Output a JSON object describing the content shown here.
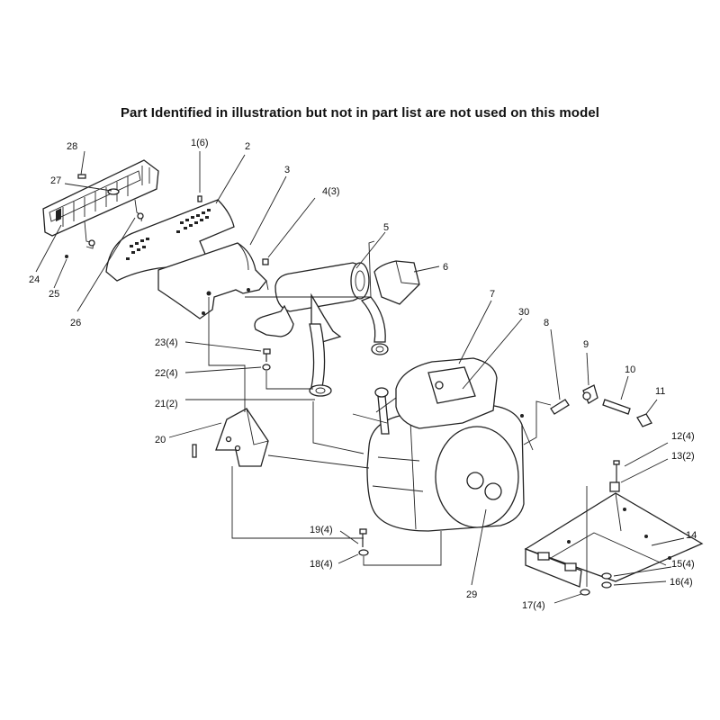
{
  "header": {
    "note": "Part Identified in illustration but not in part list are not used on this model"
  },
  "callouts": [
    {
      "id": "1",
      "label": "1(6)"
    },
    {
      "id": "2",
      "label": "2"
    },
    {
      "id": "3",
      "label": "3"
    },
    {
      "id": "4",
      "label": "4(3)"
    },
    {
      "id": "5",
      "label": "5"
    },
    {
      "id": "6",
      "label": "6"
    },
    {
      "id": "7",
      "label": "7"
    },
    {
      "id": "8",
      "label": "8"
    },
    {
      "id": "9",
      "label": "9"
    },
    {
      "id": "10",
      "label": "10"
    },
    {
      "id": "11",
      "label": "11"
    },
    {
      "id": "12",
      "label": "12(4)"
    },
    {
      "id": "13",
      "label": "13(2)"
    },
    {
      "id": "14",
      "label": "14"
    },
    {
      "id": "15",
      "label": "15(4)"
    },
    {
      "id": "16",
      "label": "16(4)"
    },
    {
      "id": "17",
      "label": "17(4)"
    },
    {
      "id": "18",
      "label": "18(4)"
    },
    {
      "id": "19",
      "label": "19(4)"
    },
    {
      "id": "20",
      "label": "20"
    },
    {
      "id": "21",
      "label": "21(2)"
    },
    {
      "id": "22",
      "label": "22(4)"
    },
    {
      "id": "23",
      "label": "23(4)"
    },
    {
      "id": "24",
      "label": "24"
    },
    {
      "id": "25",
      "label": "25"
    },
    {
      "id": "26",
      "label": "26"
    },
    {
      "id": "27",
      "label": "27"
    },
    {
      "id": "28",
      "label": "28"
    },
    {
      "id": "29",
      "label": "29"
    },
    {
      "id": "30",
      "label": "30"
    }
  ]
}
